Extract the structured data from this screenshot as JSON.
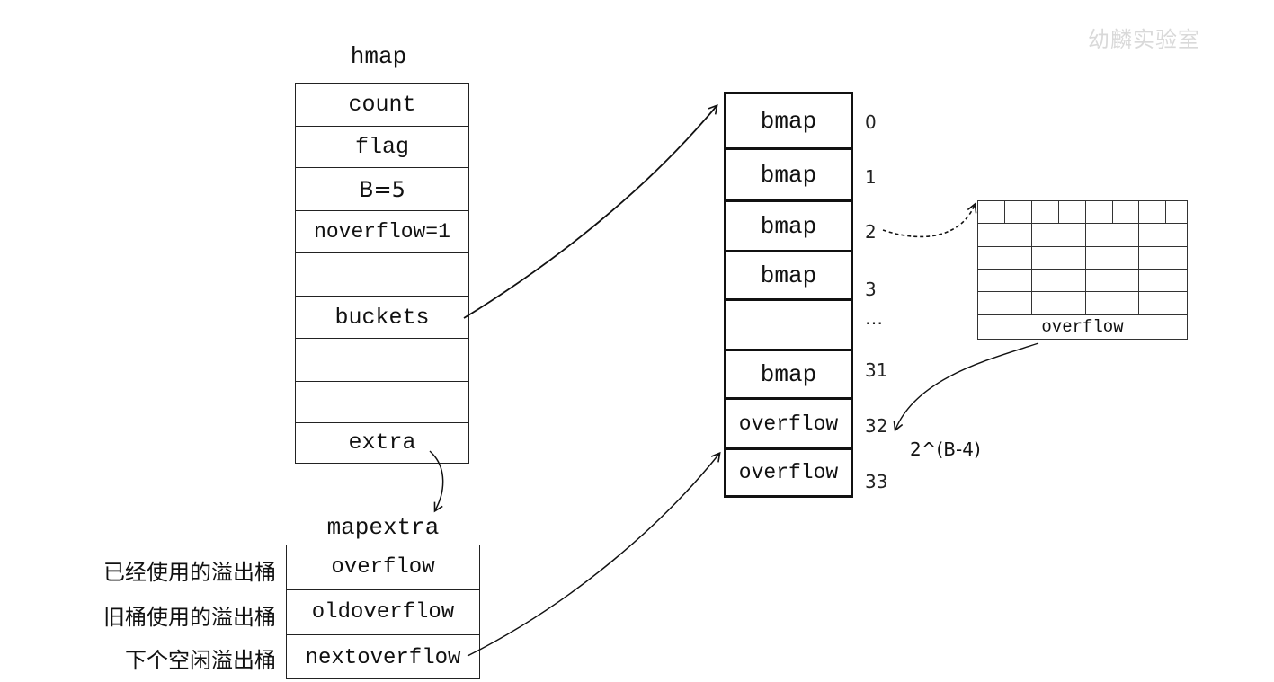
{
  "hmap": {
    "title": "hmap",
    "fields": [
      "count",
      "flag",
      "B=5",
      "noverflow=1",
      "",
      "buckets",
      "",
      "",
      "extra"
    ]
  },
  "mapextra": {
    "title": "mapextra",
    "fields": [
      "overflow",
      "oldoverflow",
      "nextoverflow"
    ],
    "labels": [
      "已经使用的溢出桶",
      "旧桶使用的溢出桶",
      "下个空闲溢出桶"
    ]
  },
  "buckets": {
    "cells": [
      "bmap",
      "bmap",
      "bmap",
      "bmap",
      "",
      "bmap",
      "overflow",
      "overflow"
    ],
    "indices": [
      "0",
      "1",
      "2",
      "3",
      "…",
      "31",
      "32",
      "33"
    ]
  },
  "bucket_detail": {
    "footer": "overflow"
  },
  "formula": "2^(B-4)",
  "watermark": "幼麟实验室",
  "colors": {
    "ink": "#111111",
    "watermark": "#d9d9d9"
  }
}
